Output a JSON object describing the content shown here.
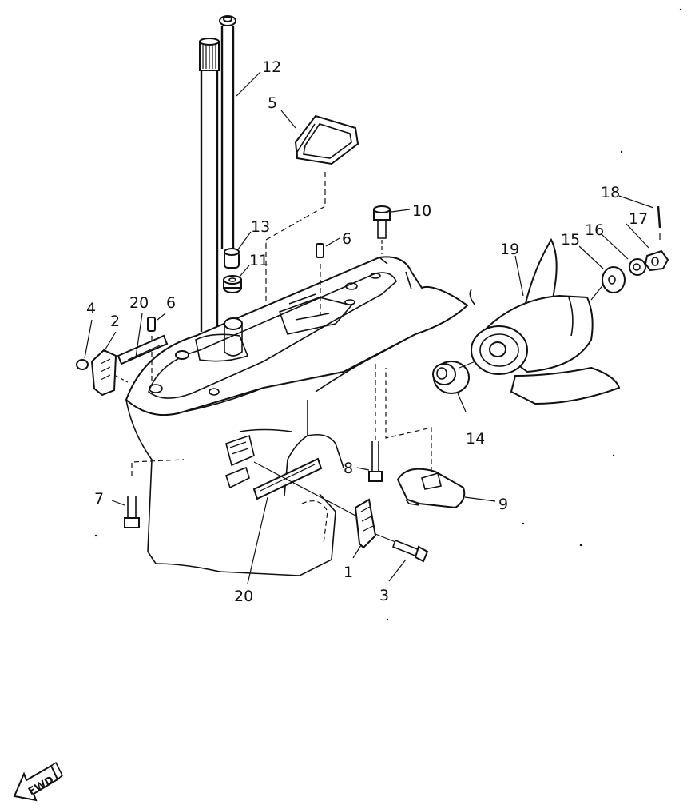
{
  "diagram": {
    "fwd_label": "FWD",
    "labels": {
      "l1": "1",
      "l2": "2",
      "l3": "3",
      "l4": "4",
      "l5": "5",
      "l6a": "6",
      "l6b": "6",
      "l7": "7",
      "l8": "8",
      "l9": "9",
      "l10": "10",
      "l11": "11",
      "l12": "12",
      "l13": "13",
      "l14": "14",
      "l15": "15",
      "l16": "16",
      "l17": "17",
      "l18": "18",
      "l19": "19",
      "l20a": "20",
      "l20b": "20"
    }
  }
}
